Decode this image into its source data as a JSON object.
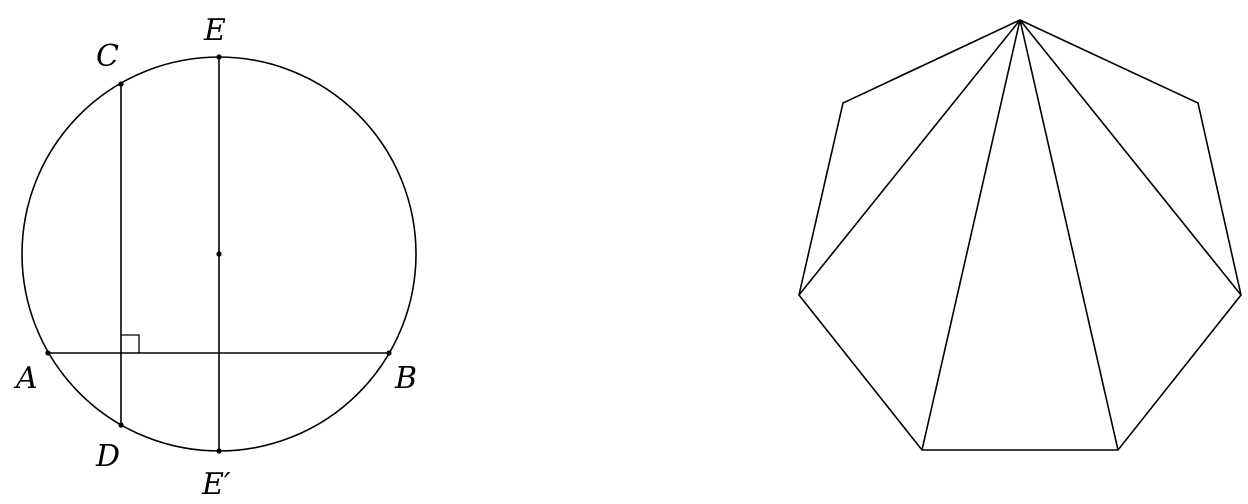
{
  "left_figure": {
    "labels": {
      "A": "A",
      "B": "B",
      "C": "C",
      "D": "D",
      "E": "E",
      "E_prime": "E′"
    }
  },
  "right_figure": {
    "shape": "heptagon",
    "diagonals_from_top_vertex": 4
  }
}
